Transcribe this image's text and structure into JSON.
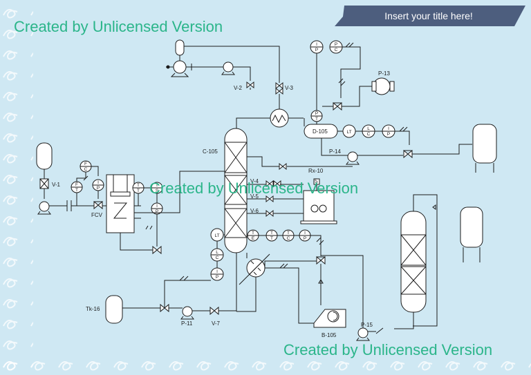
{
  "title_banner": {
    "text": "Insert your title here!"
  },
  "watermarks": [
    "Created by Unlicensed Version",
    "Created by Unlicensed Version",
    "Created by Unlicensed Version"
  ],
  "tags": {
    "v1": "V-1",
    "v2": "V-2",
    "v3": "V-3",
    "v4": "V-4",
    "v5": "V-5",
    "v6": "V-6",
    "v7": "V-7",
    "fcv": "FCV",
    "c105": "C-105",
    "d105": "D-105",
    "p13": "P-13",
    "p14": "P-14",
    "p11": "P-11",
    "p15": "P-15",
    "rx10": "Rx-10",
    "rx_num": "5",
    "tk16": "Tk-16",
    "b105": "B-105"
  },
  "instruments": {
    "ip": [
      "I",
      "P"
    ],
    "pc": [
      "P",
      "C"
    ],
    "pt": [
      "P",
      "T"
    ],
    "ft": [
      "F",
      "T"
    ],
    "fc": [
      "F",
      "C"
    ],
    "tt": [
      "T",
      "T"
    ],
    "ts": [
      "T",
      "S"
    ],
    "te": [
      "T",
      "E"
    ],
    "tc": [
      "T",
      "C"
    ],
    "lc": [
      "L",
      "C"
    ],
    "lt": "LT"
  },
  "colors": {
    "background": "#cfe8f3",
    "line": "#1b1b1b",
    "banner": "#4d5e7e",
    "watermark": "#2bb58a",
    "vessel_fill": "#ffffff"
  }
}
